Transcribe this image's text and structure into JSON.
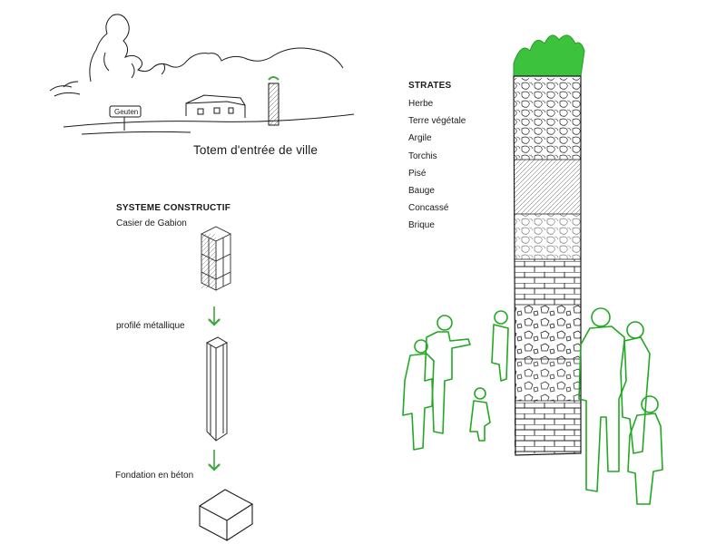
{
  "sketch": {
    "sign_text": "Geuten",
    "caption": "Totem d'entrée de ville"
  },
  "construction": {
    "title": "SYSTEME CONSTRUCTIF",
    "subtitle": "Casier de Gabion",
    "steps": [
      "profilé métallique",
      "Fondation en béton"
    ]
  },
  "strates": {
    "title": "STRATES",
    "items": [
      "Herbe",
      "Terre végétale",
      "Argile",
      "Torchis",
      "Pisé",
      "Bauge",
      "Concassé",
      "Brique"
    ]
  },
  "colors": {
    "ink": "#1a1a1a",
    "accent_green": "#3aa83a",
    "people_green": "#22a822",
    "grass_green": "#3cc23c"
  }
}
